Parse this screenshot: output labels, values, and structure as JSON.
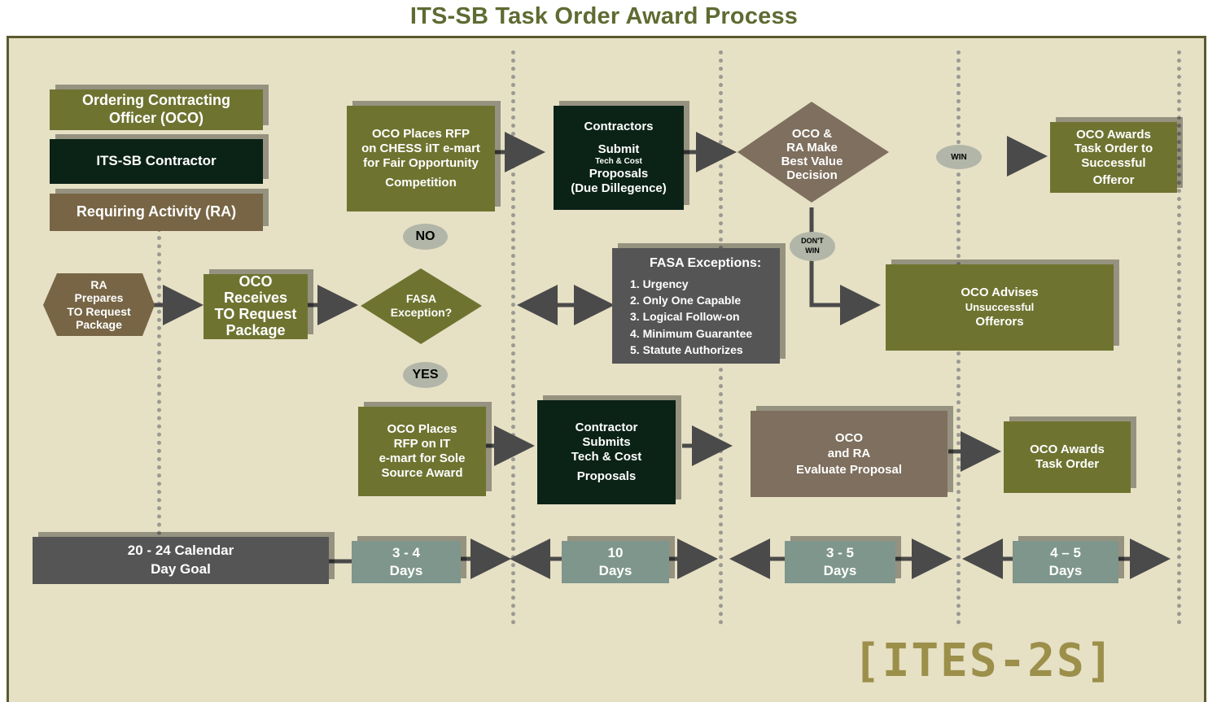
{
  "title": "ITS-SB Task Order Award Process",
  "legend": {
    "oco": "Ordering Contracting Officer (OCO)",
    "contractor": "ITS-SB  Contractor",
    "ra": "Requiring Activity (RA)"
  },
  "nodes": {
    "ra_prepares": [
      "RA",
      "Prepares",
      "TO Request",
      "Package"
    ],
    "oco_receives": [
      "OCO",
      "Receives",
      "TO Request",
      "Package"
    ],
    "fasa_decision": [
      "FASA",
      "Exception?"
    ],
    "no_label": "NO",
    "yes_label": "YES",
    "oco_places_chess": [
      "OCO Places RFP",
      "on CHESS iIT e-mart",
      "for Fair Opportunity",
      "Competition"
    ],
    "contractors_submit": {
      "l1": "Contractors",
      "l2": "Submit",
      "l3": "Tech & Cost",
      "l4": "Proposals",
      "l5": "(Due Dillegence)"
    },
    "best_value": [
      "OCO &",
      "RA Make",
      "Best Value",
      "Decision"
    ],
    "win_label": "WIN",
    "dont_win_label": [
      "DON'T",
      "WIN"
    ],
    "oco_awards_successful": [
      "OCO Awards",
      "Task Order to",
      "Successful",
      "Offeror"
    ],
    "oco_advises": [
      "OCO Advises",
      "Unsuccessful",
      "Offerors"
    ],
    "fasa_exceptions": {
      "heading": "FASA Exceptions:",
      "items": [
        "1.  Urgency",
        "2.  Only One Capable",
        "3.  Logical Follow-on",
        "4. Minimum Guarantee",
        "5. Statute Authorizes"
      ]
    },
    "oco_places_sole": [
      "OCO Places",
      "RFP on IT",
      "e-mart for Sole",
      "Source Award"
    ],
    "contractor_submits": [
      "Contractor",
      "Submits",
      "Tech & Cost",
      "Proposals"
    ],
    "oco_ra_evaluate": [
      "OCO",
      "and RA",
      "Evaluate Proposal"
    ],
    "oco_awards_task": [
      "OCO Awards",
      "Task Order"
    ]
  },
  "timeline": {
    "goal": [
      "20 - 24 Calendar",
      "Day Goal"
    ],
    "durations": [
      [
        "3 - 4",
        "Days"
      ],
      [
        "10",
        "Days"
      ],
      [
        "3 - 5",
        "Days"
      ],
      [
        "4 – 5",
        "Days"
      ]
    ]
  },
  "logo_text": "[ITES-2S]",
  "colors": {
    "background": "#e6e0c5",
    "oco_olive": "#6e7430",
    "contractor_dark": "#0b2217",
    "ra_brown": "#776545",
    "arrow": "#4a4a4a",
    "title": "#5e6b32"
  }
}
